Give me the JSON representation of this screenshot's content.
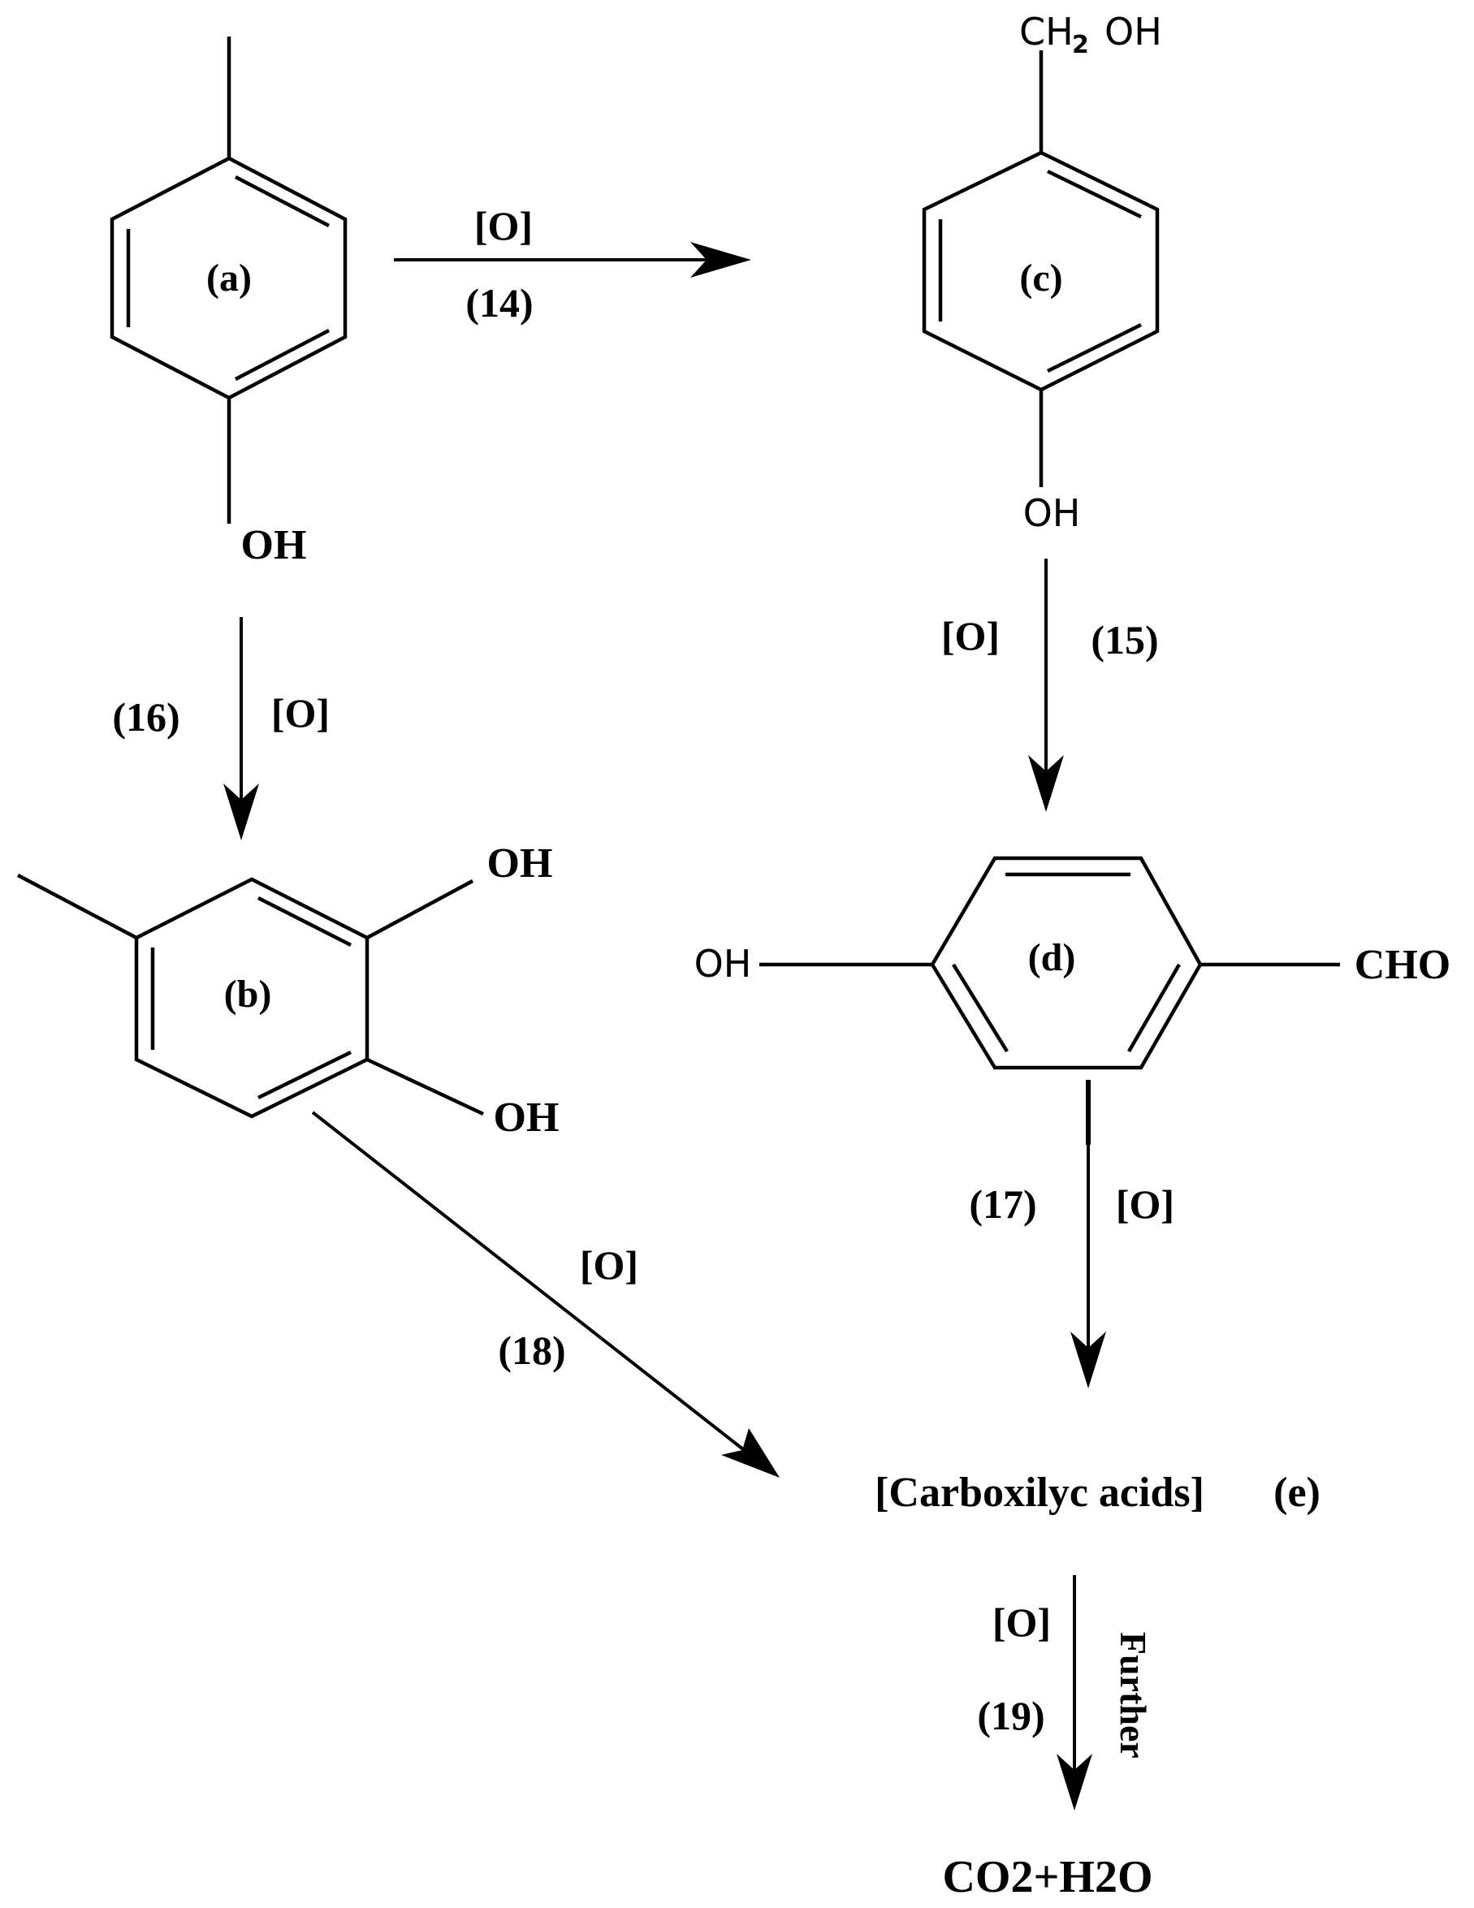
{
  "compounds": {
    "a": {
      "label": "(a)",
      "substituent": "OH"
    },
    "b": {
      "label": "(b)",
      "oh_top": "OH",
      "oh_bottom": "OH"
    },
    "c": {
      "label": "(c)",
      "top_group_ch": "CH",
      "top_group_sub": "2",
      "top_group_oh": "OH",
      "bottom_group": "OH"
    },
    "d": {
      "label": "(d)",
      "left_group": "OH",
      "right_group": "CHO"
    },
    "e": {
      "text": "[Carboxilyc acids]",
      "label": "(e)"
    },
    "final": {
      "text": "CO2+H2O"
    }
  },
  "steps": {
    "s14": {
      "reagent": "[O]",
      "number": "(14)"
    },
    "s15": {
      "reagent": "[O]",
      "number": "(15)"
    },
    "s16": {
      "reagent": "[O]",
      "number": "(16)"
    },
    "s17": {
      "reagent": "[O]",
      "number": "(17)"
    },
    "s18": {
      "reagent": "[O]",
      "number": "(18)"
    },
    "s19": {
      "reagent": "[O]",
      "number": "(19)",
      "note": "Further"
    }
  }
}
